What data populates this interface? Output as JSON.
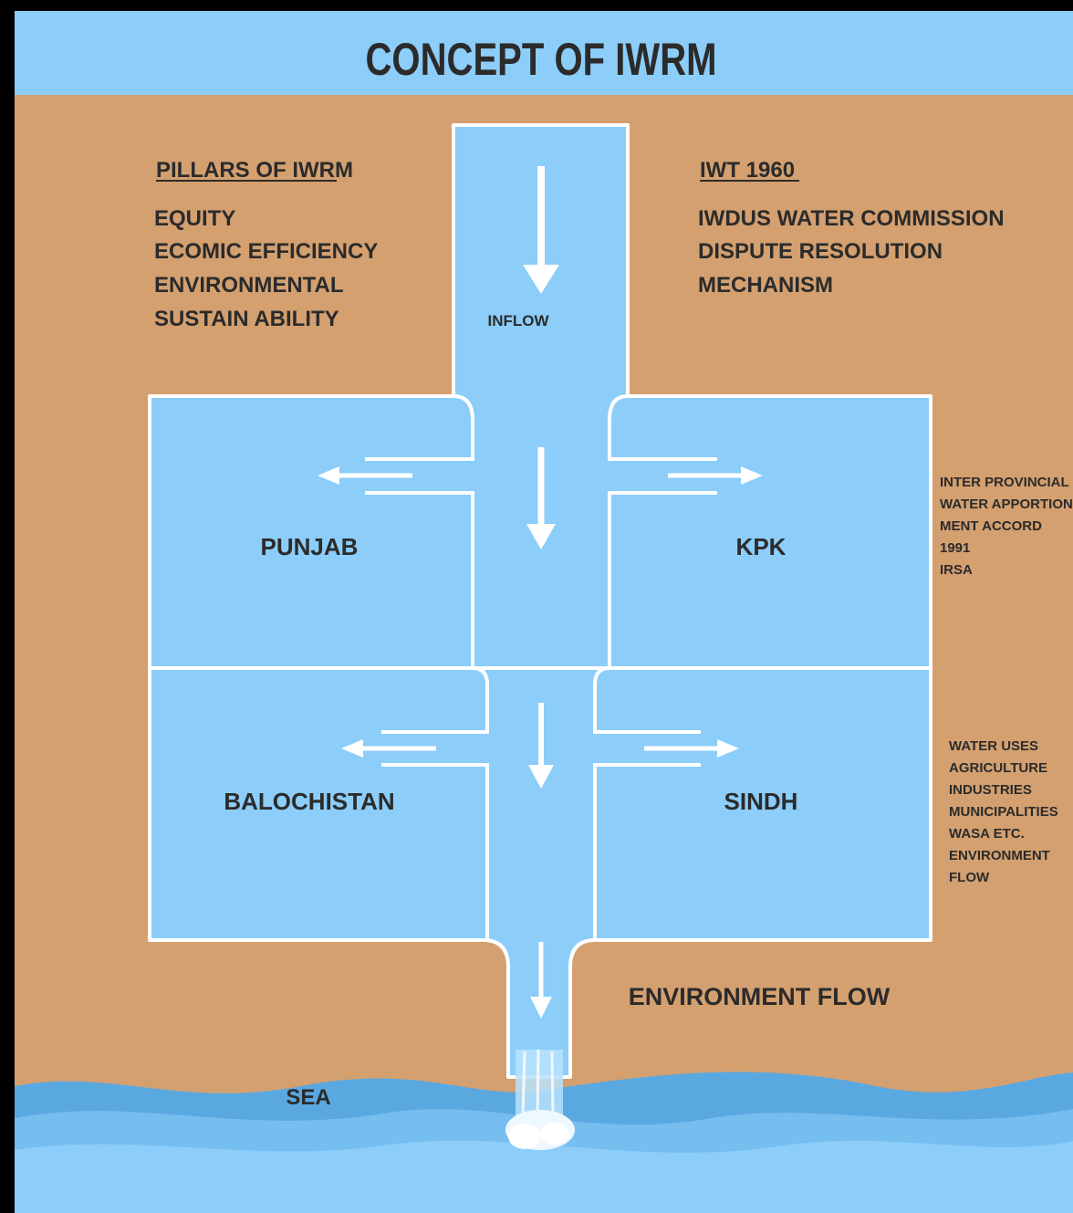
{
  "title": "CONCEPT OF IWRM",
  "pillars": {
    "heading": "PILLARS OF IWRM",
    "items": [
      "EQUITY",
      "ECOMIC EFFICIENCY",
      "ENVIRONMENTAL",
      "SUSTAIN ABILITY"
    ]
  },
  "iwt": {
    "heading": "IWT 1960",
    "items": [
      "IWDUS WATER COMMISSION",
      "DISPUTE RESOLUTION",
      "MECHANISM"
    ]
  },
  "inflow_label": "INFLOW",
  "provinces": {
    "punjab": "PUNJAB",
    "kpk": "KPK",
    "balochistan": "BALOCHISTAN",
    "sindh": "SINDH"
  },
  "accord_note": [
    "INTER PROVINCIAL",
    "WATER APPORTION",
    "MENT ACCORD",
    "1991",
    "IRSA"
  ],
  "water_uses_note": [
    "WATER USES",
    "AGRICULTURE",
    "INDUSTRIES",
    "MUNICIPALITIES",
    "WASA ETC.",
    "ENVIRONMENT",
    "FLOW"
  ],
  "environment_flow_label": "ENVIRONMENT FLOW",
  "sea_label": "SEA",
  "colors": {
    "sky": "#8ccdf9",
    "earth": "#d4a070",
    "water": "#8ccdf9",
    "wave_dark": "#5aa8e0",
    "wave_mid": "#76bdf0",
    "text": "#2b2b2b",
    "outline": "#ffffff"
  }
}
